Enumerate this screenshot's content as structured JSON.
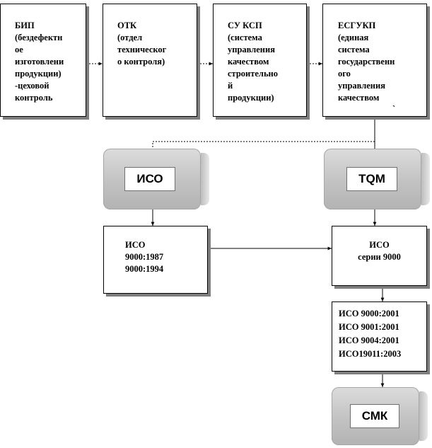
{
  "diagram": {
    "top_boxes": [
      {
        "text": "БИП\n(бездефектн\nое\nизготовлени\nпродукции)\n-цеховой\nконтроль"
      },
      {
        "text": "ОТК\n(отдел\nтехническог\nо контроля)"
      },
      {
        "text": "СУ КСП\n(система\nуправления\nкачеством\nстроительно\nй\nпродукции)"
      },
      {
        "text": "ЕСГУКП\n(единая\nсистема\nгосударственн\nого\nуправления\nкачеством"
      }
    ],
    "nodes": {
      "iso": "ИСО",
      "tqm": "TQM",
      "smk": "СМК"
    },
    "boxes": {
      "iso_early": "ИСО\n9000:1987\n9000:1994",
      "iso_series": "ИСО\nсерии 9000",
      "standards": "ИСО 9000:2001\nИСО 9001:2001\nИСО 9004:2001\nИСО19011:2003"
    },
    "stray_mark": "`"
  }
}
